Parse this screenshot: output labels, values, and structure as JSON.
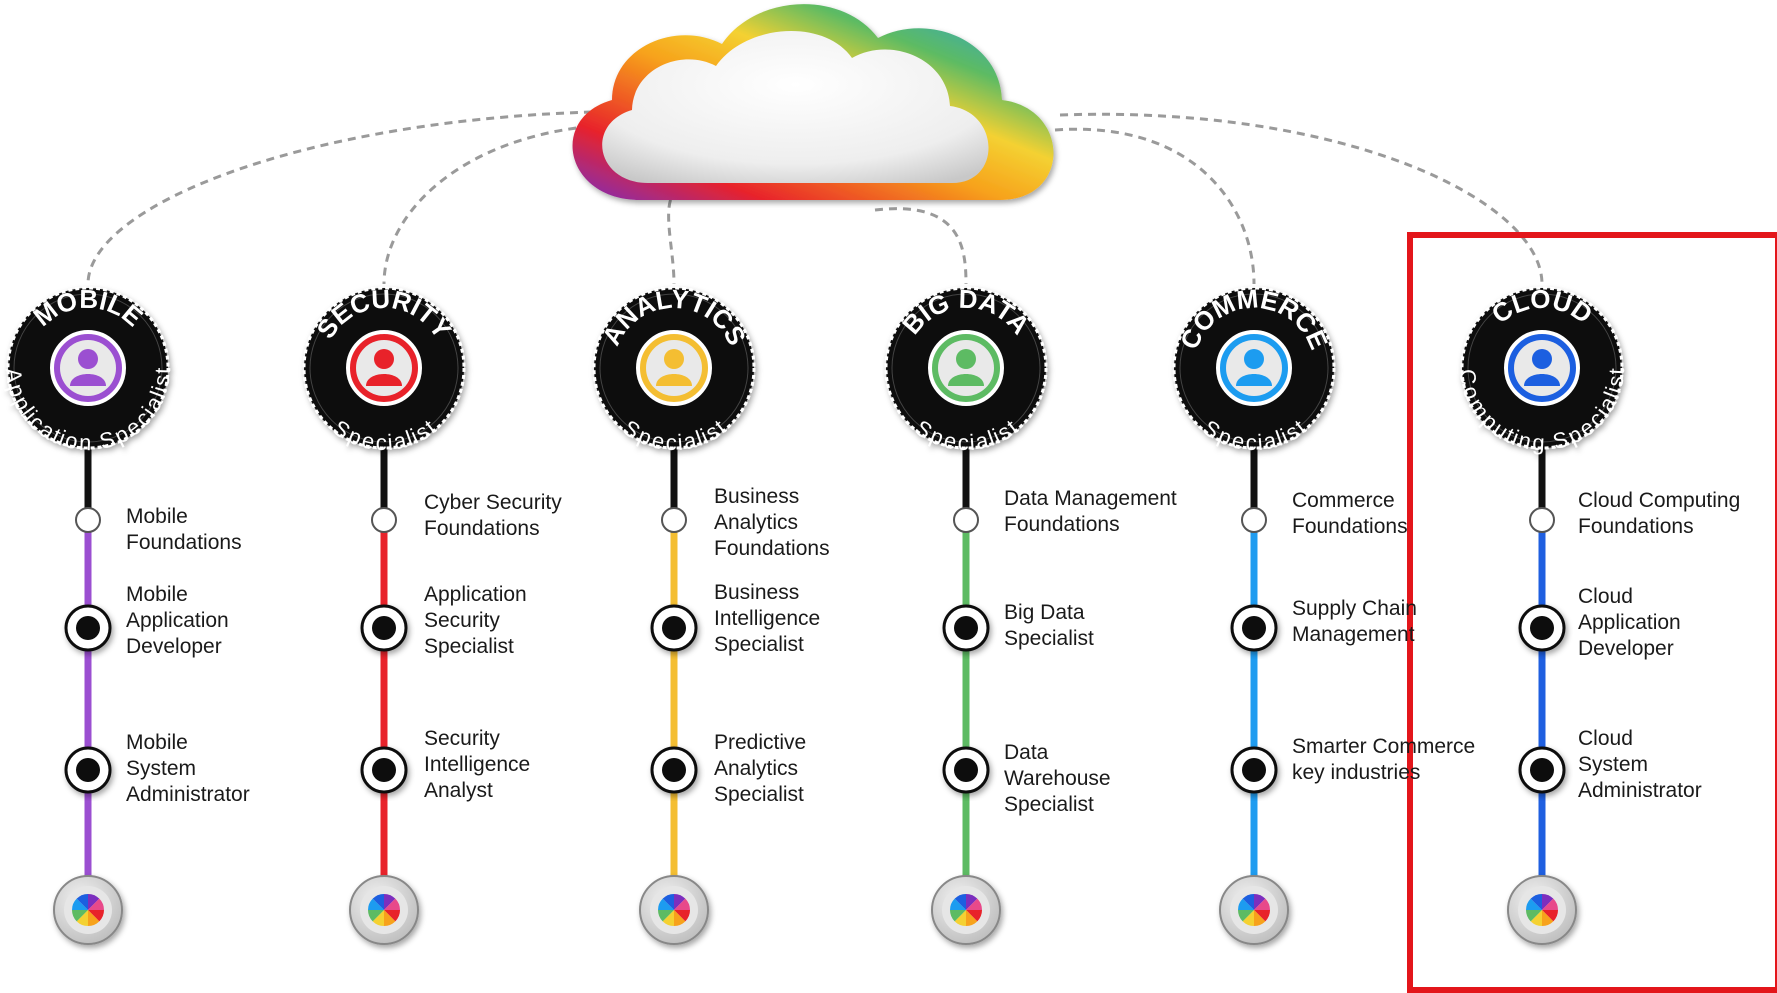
{
  "tracks": [
    {
      "id": "mobile",
      "color": "#9b4fd1",
      "badge_top": "MOBILE",
      "badge_bottom": "Application Specialist",
      "icon": "person-icon",
      "steps": [
        {
          "lines": [
            "Mobile",
            "Foundations"
          ],
          "kind": "open"
        },
        {
          "lines": [
            "Mobile",
            "Application",
            "Developer"
          ],
          "kind": "filled"
        },
        {
          "lines": [
            "Mobile",
            "System",
            "Administrator"
          ],
          "kind": "filled"
        }
      ]
    },
    {
      "id": "security",
      "color": "#e8232b",
      "badge_top": "SECURITY",
      "badge_bottom": "Specialist",
      "icon": "person-icon",
      "steps": [
        {
          "lines": [
            "Cyber Security",
            "Foundations"
          ],
          "kind": "open"
        },
        {
          "lines": [
            "Application",
            "Security",
            "Specialist"
          ],
          "kind": "filled"
        },
        {
          "lines": [
            "Security",
            "Intelligence",
            "Analyst"
          ],
          "kind": "filled"
        }
      ]
    },
    {
      "id": "analytics",
      "color": "#f4be32",
      "badge_top": "ANALYTICS",
      "badge_bottom": "Specialist",
      "icon": "person-icon",
      "steps": [
        {
          "lines": [
            "Business",
            "Analytics",
            "Foundations"
          ],
          "kind": "open"
        },
        {
          "lines": [
            "Business",
            "Intelligence",
            "Specialist"
          ],
          "kind": "filled"
        },
        {
          "lines": [
            "Predictive",
            "Analytics",
            "Specialist"
          ],
          "kind": "filled"
        }
      ]
    },
    {
      "id": "big-data",
      "color": "#5dbb63",
      "badge_top": "BIG DATA",
      "badge_bottom": "Specialist",
      "icon": "person-icon",
      "steps": [
        {
          "lines": [
            "Data Management",
            "Foundations"
          ],
          "kind": "open"
        },
        {
          "lines": [
            "Big Data",
            "Specialist"
          ],
          "kind": "filled"
        },
        {
          "lines": [
            "Data",
            "Warehouse",
            "Specialist"
          ],
          "kind": "filled"
        }
      ]
    },
    {
      "id": "commerce",
      "color": "#1f9cf0",
      "badge_top": "COMMERCE",
      "badge_bottom": "Specialist",
      "icon": "person-icon",
      "steps": [
        {
          "lines": [
            "Commerce",
            "Foundations"
          ],
          "kind": "open"
        },
        {
          "lines": [
            "Supply Chain",
            "Management"
          ],
          "kind": "filled"
        },
        {
          "lines": [
            "Smarter Commerce",
            "key industries"
          ],
          "kind": "filled"
        }
      ]
    },
    {
      "id": "cloud",
      "color": "#1f5fe0",
      "badge_top": "CLOUD",
      "badge_bottom": "Computing Specialist",
      "icon": "person-icon",
      "steps": [
        {
          "lines": [
            "Cloud Computing",
            "Foundations"
          ],
          "kind": "open"
        },
        {
          "lines": [
            "Cloud",
            "Application",
            "Developer"
          ],
          "kind": "filled"
        },
        {
          "lines": [
            "Cloud",
            "System",
            "Administrator"
          ],
          "kind": "filled"
        }
      ]
    }
  ],
  "cloud_icon": "rainbow-cloud-icon",
  "end_icon": "color-wheel-icon",
  "highlight_color": "#e3161b",
  "colors": {
    "connector": "#9a9a9a",
    "badge": "#0a0a0a",
    "node_fill": "#ffffff",
    "end_disc": "#d9d9d9"
  }
}
